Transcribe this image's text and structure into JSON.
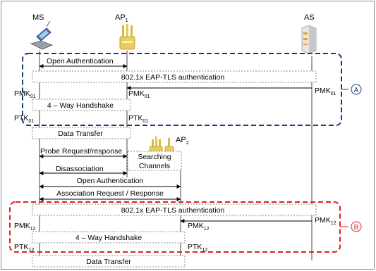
{
  "entities": {
    "ms": "MS",
    "ap1": "AP",
    "ap1_sub": "1",
    "ap2": "AP",
    "ap2_sub": "2",
    "as": "AS"
  },
  "messages": {
    "open_auth_1": "Open Authentication",
    "eap_tls_1": "802.1x EAP-TLS authentication",
    "handshake_1": "4 – Way Handshake",
    "data_transfer_1": "Data Transfer",
    "probe": "Probe Request/response",
    "searching_1": "Searching",
    "searching_2": "Channels",
    "disassociation": "Disassociation",
    "open_auth_2": "Open Authentication",
    "association": "Association Request / Response",
    "eap_tls_2": "802.1x EAP-TLS authentication",
    "handshake_2": "4 – Way Handshake",
    "data_transfer_2": "Data Transfer"
  },
  "keys": {
    "pmk": "PMK",
    "ptk": "PTK",
    "sub01": "01",
    "sub12": "12"
  },
  "markers": {
    "a": "A",
    "b": "B"
  },
  "colors": {
    "group_a": "#1f3a7a",
    "group_b": "#e02020"
  }
}
